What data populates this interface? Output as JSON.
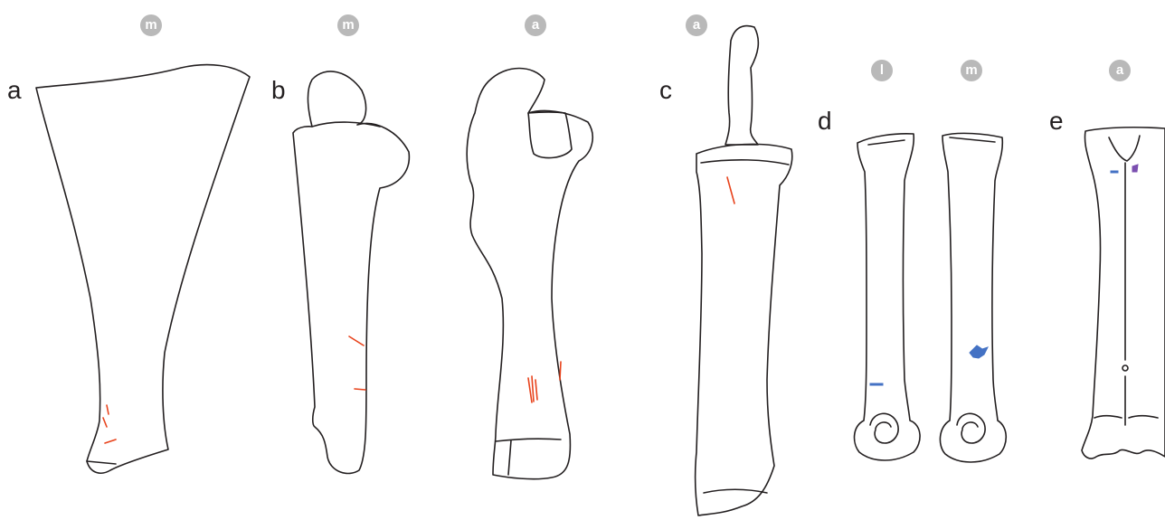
{
  "panels": [
    {
      "letter": "a",
      "views": [
        "m"
      ]
    },
    {
      "letter": "b",
      "views": [
        "m",
        "a"
      ]
    },
    {
      "letter": "c",
      "views": [
        "a"
      ]
    },
    {
      "letter": "d",
      "views": [
        "l",
        "m"
      ]
    },
    {
      "letter": "e",
      "views": [
        "a"
      ]
    }
  ],
  "colors": {
    "outline": "#231f20",
    "cut_marks": "#e8431c",
    "blue_marks": "#4472c4",
    "purple_marks": "#7b4fb0",
    "badge": "#b9b9b9"
  }
}
